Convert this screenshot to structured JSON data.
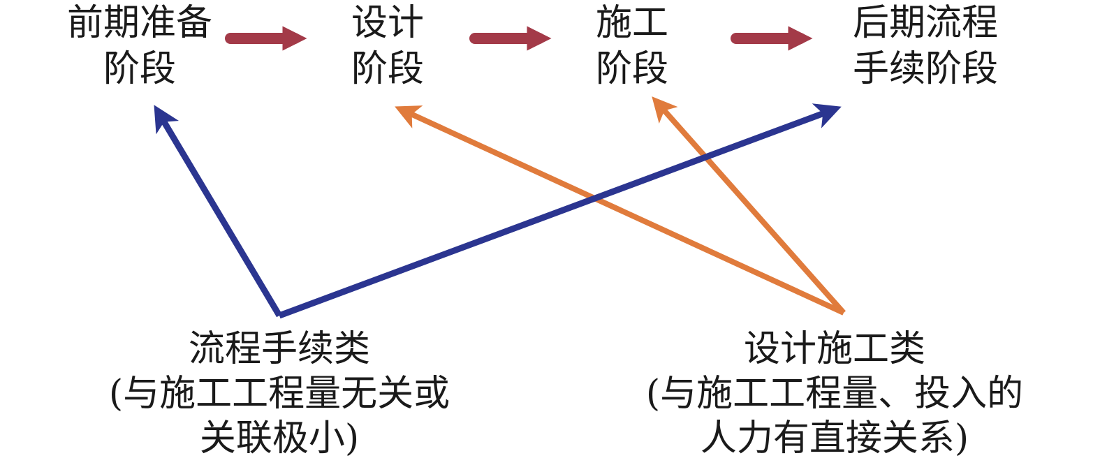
{
  "stages": [
    {
      "line1": "前期准备",
      "line2": "阶段"
    },
    {
      "line1": "设计",
      "line2": "阶段"
    },
    {
      "line1": "施工",
      "line2": "阶段"
    },
    {
      "line1": "后期流程",
      "line2": "手续阶段"
    }
  ],
  "groups": {
    "process": {
      "line1": "流程手续类",
      "line2": "(与施工工程量无关或",
      "line3": "关联极小)"
    },
    "design_construction": {
      "line1": "设计施工类",
      "line2": "(与施工工程量、投入的",
      "line3": "人力有直接关系)"
    }
  },
  "colors": {
    "stage_connector": "#a33a48",
    "process_arrows": "#2b3590",
    "design_arrows": "#e07b3c",
    "text": "#1a1a1a"
  }
}
